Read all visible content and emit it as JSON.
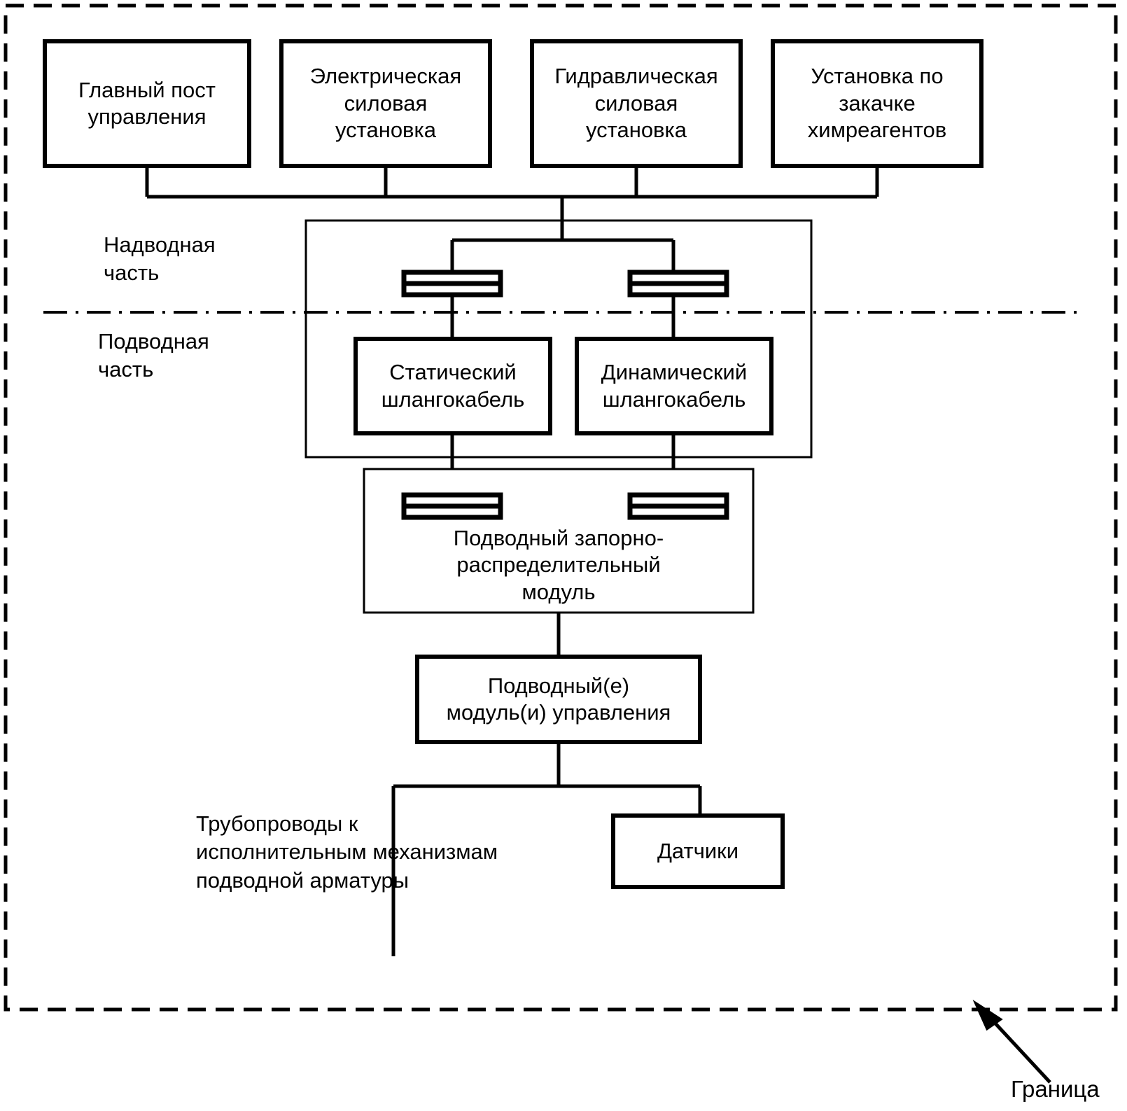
{
  "diagram": {
    "title_hidden": "",
    "colors": {
      "stroke": "#000000",
      "background": "#ffffff",
      "text": "#000000"
    },
    "top_row_boxes": [
      {
        "id": "main-control-post",
        "label": "Главный пост\nуправления"
      },
      {
        "id": "electric-power-unit",
        "label": "Электрическая\nсиловая\nустановка"
      },
      {
        "id": "hydraulic-power-unit",
        "label": "Гидравлическая\nсиловая\nустановка"
      },
      {
        "id": "chemical-injection-unit",
        "label": "Установка по\nзакачке\nхимреагентов"
      }
    ],
    "zone_labels": {
      "above_water": "Надводная\nчасть",
      "below_water": "Подводная\nчасть"
    },
    "umbilical_boxes": [
      {
        "id": "static-umbilical",
        "label": "Статический\nшлангокабель"
      },
      {
        "id": "dynamic-umbilical",
        "label": "Динамический\nшлангокабель"
      }
    ],
    "distribution_module": {
      "id": "subsea-distribution-module",
      "label": "Подводный запорно-\nраспределительный\nмодуль"
    },
    "control_module": {
      "id": "subsea-control-module",
      "label": "Подводный(е)\nмодуль(и) управления"
    },
    "pipelines_label": "Трубопроводы к\nисполнительным механизмам\nподводной арматуры",
    "sensors_box": {
      "id": "sensors",
      "label": "Датчики"
    },
    "boundary_label": "Граница",
    "connector_icon_name": "umbilical-termination-connector"
  }
}
